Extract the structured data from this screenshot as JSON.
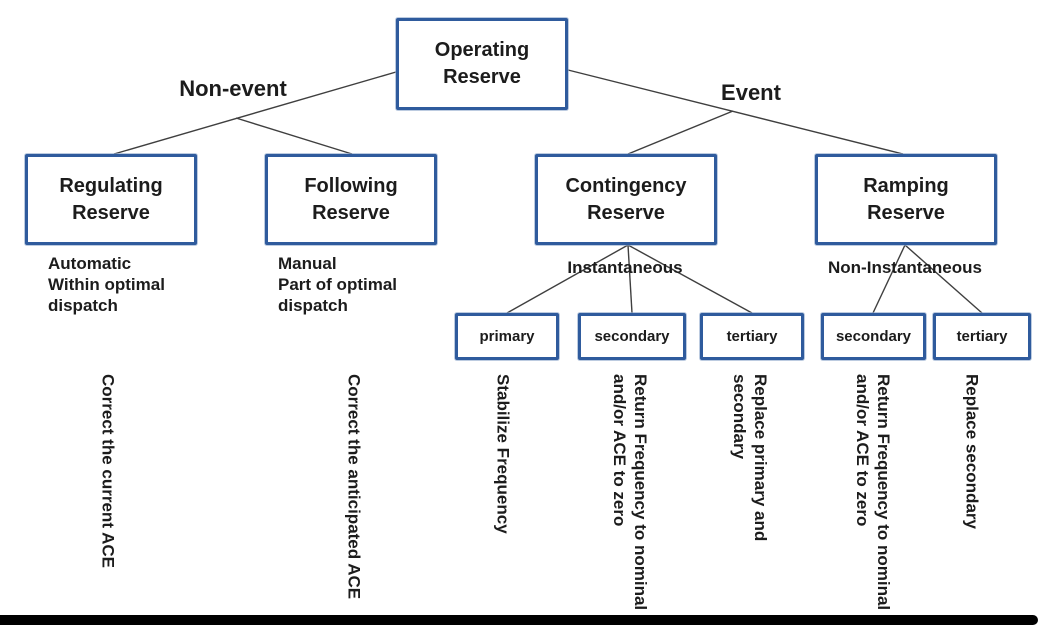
{
  "figure": {
    "root_label": "Operating\nReserve",
    "branch_left": "Non-event",
    "branch_right": "Event",
    "nodes": [
      {
        "label": "Regulating\nReserve",
        "note": "Automatic\nWithin optimal\ndispatch",
        "detail": "Correct the current ACE"
      },
      {
        "label": "Following\nReserve",
        "note": "Manual\nPart of optimal\ndispatch",
        "detail": "Correct the anticipated ACE"
      },
      {
        "label": "Contingency\nReserve",
        "note": "Instantaneous"
      },
      {
        "label": "Ramping\nReserve",
        "note": "Non-Instantaneous"
      }
    ],
    "subnodes": [
      {
        "label": "primary",
        "detail": "Stabilize Frequency"
      },
      {
        "label": "secondary",
        "detail": "Return Frequency to nominal\nand/or ACE to zero"
      },
      {
        "label": "tertiary",
        "detail": "Replace primary and\nsecondary"
      },
      {
        "label": "secondary",
        "detail": "Return Frequency to nominal\nand/or ACE to zero"
      },
      {
        "label": "tertiary",
        "detail": "Replace secondary"
      }
    ],
    "colors": {
      "box_border": "#2f5b9d",
      "connector": "#3f3f3f",
      "text": "#1c1c1c",
      "bottom_bar": "#000000"
    }
  }
}
